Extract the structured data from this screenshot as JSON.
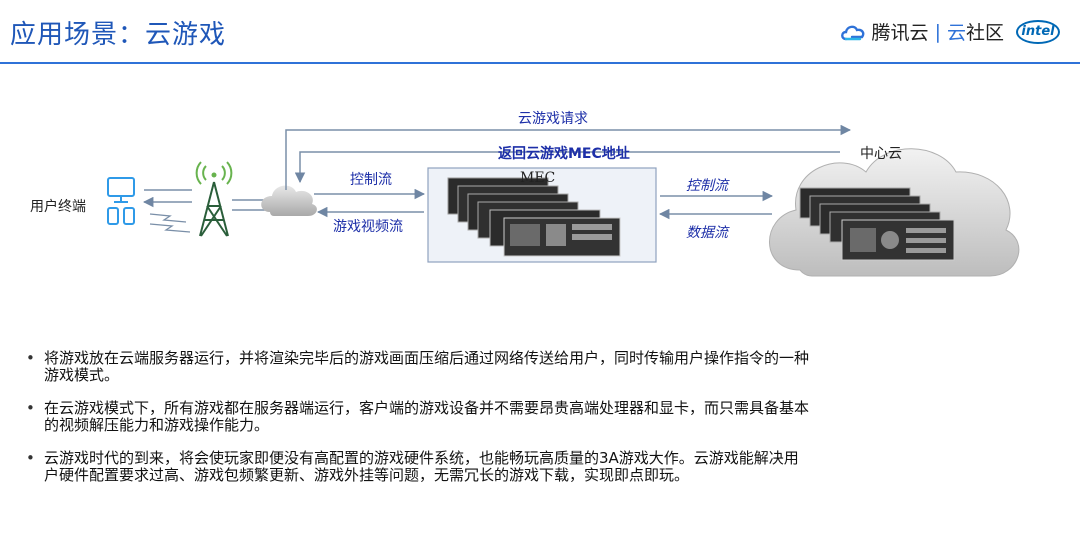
{
  "header": {
    "title": "应用场景：云游戏",
    "brand_tencent": "腾讯云",
    "brand_community_prefix": "云",
    "brand_community_suffix": "社区",
    "brand_intel": "intel"
  },
  "diagram": {
    "user_terminal": "用户终端",
    "cloud_game_request": "云游戏请求",
    "return_mec_address": "返回云游戏MEC地址",
    "control_stream_left": "控制流",
    "video_stream": "游戏视频流",
    "mec_label": "MEC",
    "control_stream_right": "控制流",
    "data_stream": "数据流",
    "center_cloud": "中心云"
  },
  "bullets": [
    {
      "line1": "将游戏放在云端服务器运行，并将渲染完毕后的游戏画面压缩后通过网络传送给用户，同时传输用户操作指令的一种",
      "line2": "游戏模式。"
    },
    {
      "line1": "在云游戏模式下，所有游戏都在服务器端运行，客户端的游戏设备并不需要昂贵高端处理器和显卡，而只需具备基本",
      "line2": "的视频解压能力和游戏操作能力。"
    },
    {
      "line1": "云游戏时代的到来，将会使玩家即便没有高配置的游戏硬件系统，也能畅玩高质量的3A游戏大作。云游戏能解决用",
      "line2": "户硬件配置要求过高、游戏包频繁更新、游戏外挂等问题，无需冗长的游戏下载，实现即点即玩。"
    }
  ],
  "colors": {
    "title_blue": "#1f57b8",
    "accent_blue": "#2f72d8",
    "label_blue": "#1d2fa8",
    "arrow_gray": "#7a8fa8",
    "cloud_gray": "#d8d8d8",
    "mec_box": "#eef2f8"
  }
}
